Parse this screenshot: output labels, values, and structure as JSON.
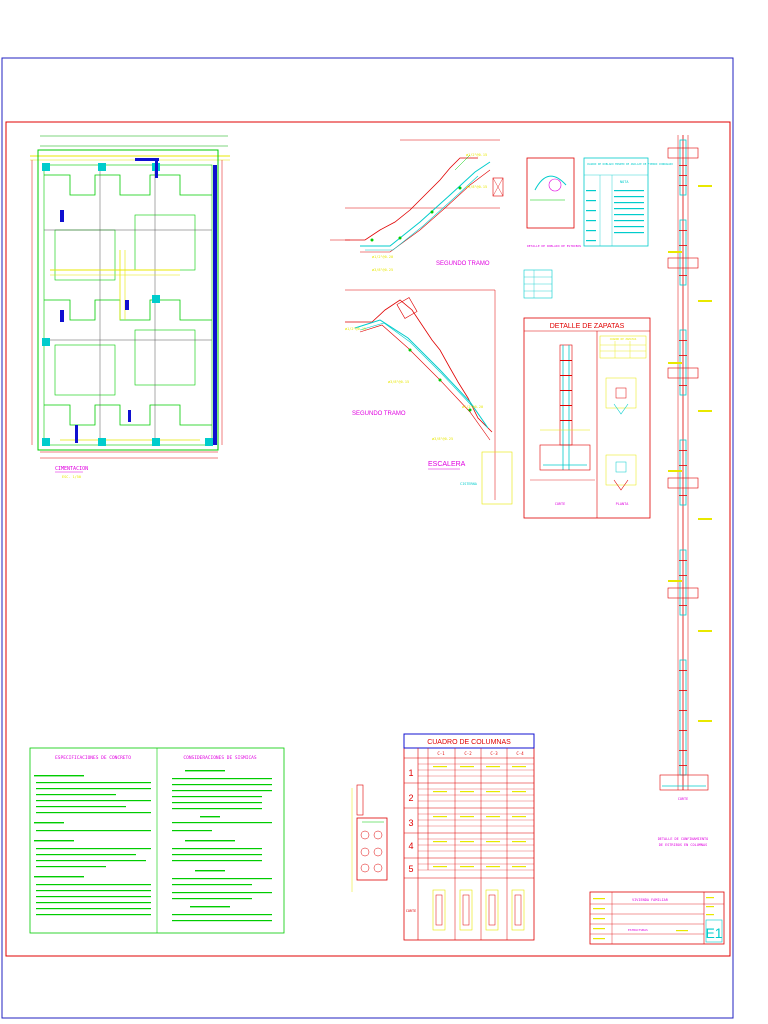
{
  "drawing": {
    "sheet_number": "E1",
    "title_block": {
      "project": "VIVIENDA FAMILIAR",
      "specialty": "ESTRUCTURAS"
    },
    "stair": {
      "upper_flight_label": "SEGUNDO TRAMO",
      "lower_flight_label": "SEGUNDO TRAMO",
      "stair_label": "ESCALERA",
      "cistern_label": "CISTERNA",
      "rebar_labels": [
        "ø1/2\"@0.15",
        "ø3/8\"@0.15",
        "ø1/2\"@0.20",
        "ø3/8\"@0.25"
      ]
    },
    "footing_detail": {
      "title": "DETALLE DE ZAPATAS",
      "table_title": "CUADRO DE ZAPATAS",
      "section_label": "CORTE",
      "plan_label": "PLANTA"
    },
    "column_schedule": {
      "title": "CUADRO DE COLUMNAS",
      "headers": [
        "C-1",
        "C-2",
        "C-3",
        "C-4"
      ],
      "levels": [
        "1",
        "2",
        "3",
        "4",
        "5"
      ],
      "section_row_label": "CORTE"
    },
    "column_detail": {
      "title_line1": "DETALLE DE CONFINAMIENTO",
      "title_line2": "DE ESTRIBOS EN COLUMNAS",
      "section_label": "CORTE"
    },
    "specs": {
      "concrete_title": "ESPECIFICACIONES DE CONCRETO",
      "seismic_title": "CONSIDERACIONES DE SISMICAS"
    },
    "plan": {
      "title": "CIMENTACION",
      "scale": "ESC. 1/50"
    },
    "notes_box_title": "CUADRO DE DOBLADO MINIMO DE ANCLAJE DE FIERRO CORRUGADO",
    "notes_box_subtitle": "NOTA"
  }
}
